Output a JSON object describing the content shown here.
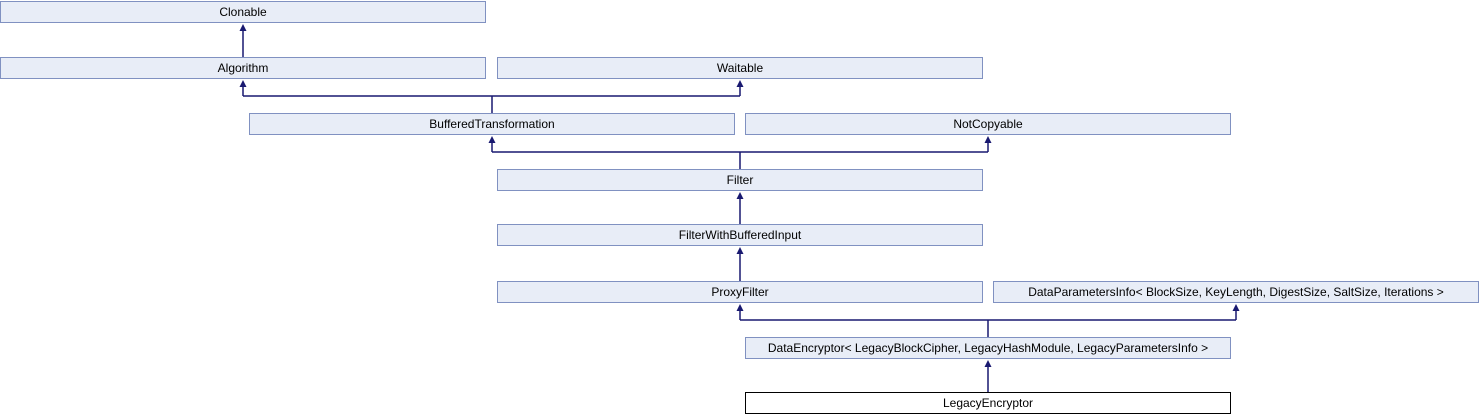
{
  "diagram": {
    "kind": "class-inheritance-graph",
    "nodes": {
      "clonable": {
        "label": "Clonable"
      },
      "algorithm": {
        "label": "Algorithm"
      },
      "waitable": {
        "label": "Waitable"
      },
      "buffered_transformation": {
        "label": "BufferedTransformation"
      },
      "not_copyable": {
        "label": "NotCopyable"
      },
      "filter": {
        "label": "Filter"
      },
      "filter_with_buffered_input": {
        "label": "FilterWithBufferedInput"
      },
      "proxy_filter": {
        "label": "ProxyFilter"
      },
      "data_parameters_info": {
        "label": "DataParametersInfo< BlockSize, KeyLength, DigestSize, SaltSize, Iterations >"
      },
      "data_encryptor": {
        "label": "DataEncryptor< LegacyBlockCipher, LegacyHashModule, LegacyParametersInfo >"
      },
      "legacy_encryptor": {
        "label": "LegacyEncryptor",
        "highlighted": true
      }
    },
    "edges": [
      {
        "from": "algorithm",
        "to": "clonable"
      },
      {
        "from": "buffered_transformation",
        "to": "algorithm"
      },
      {
        "from": "buffered_transformation",
        "to": "waitable"
      },
      {
        "from": "filter",
        "to": "buffered_transformation"
      },
      {
        "from": "filter",
        "to": "not_copyable"
      },
      {
        "from": "filter_with_buffered_input",
        "to": "filter"
      },
      {
        "from": "proxy_filter",
        "to": "filter_with_buffered_input"
      },
      {
        "from": "data_encryptor",
        "to": "proxy_filter"
      },
      {
        "from": "data_encryptor",
        "to": "data_parameters_info"
      },
      {
        "from": "legacy_encryptor",
        "to": "data_encryptor"
      }
    ],
    "colors": {
      "node_fill": "#e8edf7",
      "node_border": "#8091c1",
      "highlight_fill": "#ffffff",
      "highlight_border": "#000000",
      "arrow": "#191970",
      "background": "#ffffff"
    }
  }
}
